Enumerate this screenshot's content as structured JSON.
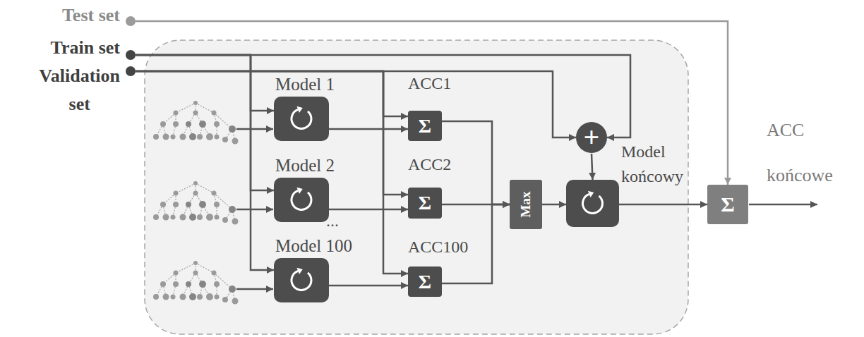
{
  "diagram": {
    "nodes": [
      {
        "text": [
          "Test set"
        ]
      },
      {
        "text": [
          "Train set"
        ]
      },
      {
        "text": [
          "Validation set"
        ]
      },
      {
        "text": [
          "Model 1"
        ]
      },
      {
        "text": [
          "Model 2"
        ]
      },
      {
        "text": [
          "Model 100"
        ]
      },
      {
        "text": [
          "ACC1",
          "Σ"
        ]
      },
      {
        "text": [
          "ACC2",
          "Σ"
        ]
      },
      {
        "text": [
          "ACC100",
          "Σ"
        ]
      },
      {
        "text": [
          "Max"
        ]
      },
      {
        "text": [
          "+"
        ]
      },
      {
        "text": [
          "Model końcowy"
        ]
      },
      {
        "text": [
          "Σ"
        ]
      }
    ],
    "edges": [
      {
        "from": 1,
        "to": 3,
        "arrow": "to"
      },
      {
        "from": 1,
        "to": 4,
        "arrow": "to"
      },
      {
        "from": 1,
        "to": 5,
        "arrow": "to"
      },
      {
        "from": 1,
        "to": 10,
        "arrow": "to"
      },
      {
        "from": 2,
        "to": 6,
        "arrow": "to"
      },
      {
        "from": 2,
        "to": 7,
        "arrow": "to"
      },
      {
        "from": 2,
        "to": 8,
        "arrow": "to"
      },
      {
        "from": 2,
        "to": 10,
        "arrow": "to"
      },
      {
        "from": 0,
        "to": 12,
        "arrow": "to"
      },
      {
        "from": 3,
        "to": 6,
        "arrow": "to"
      },
      {
        "from": 4,
        "to": 7,
        "arrow": "to"
      },
      {
        "from": 5,
        "to": 8,
        "arrow": "to"
      },
      {
        "from": 6,
        "to": 9,
        "arrow": "to"
      },
      {
        "from": 7,
        "to": 9,
        "arrow": "to"
      },
      {
        "from": 8,
        "to": 9,
        "arrow": "to"
      },
      {
        "from": 9,
        "to": 11,
        "arrow": "to"
      },
      {
        "from": 10,
        "to": 11,
        "arrow": "to"
      },
      {
        "from": 11,
        "to": 12,
        "arrow": "to"
      }
    ],
    "labels": [
      "...",
      "ACC końcowe"
    ]
  }
}
